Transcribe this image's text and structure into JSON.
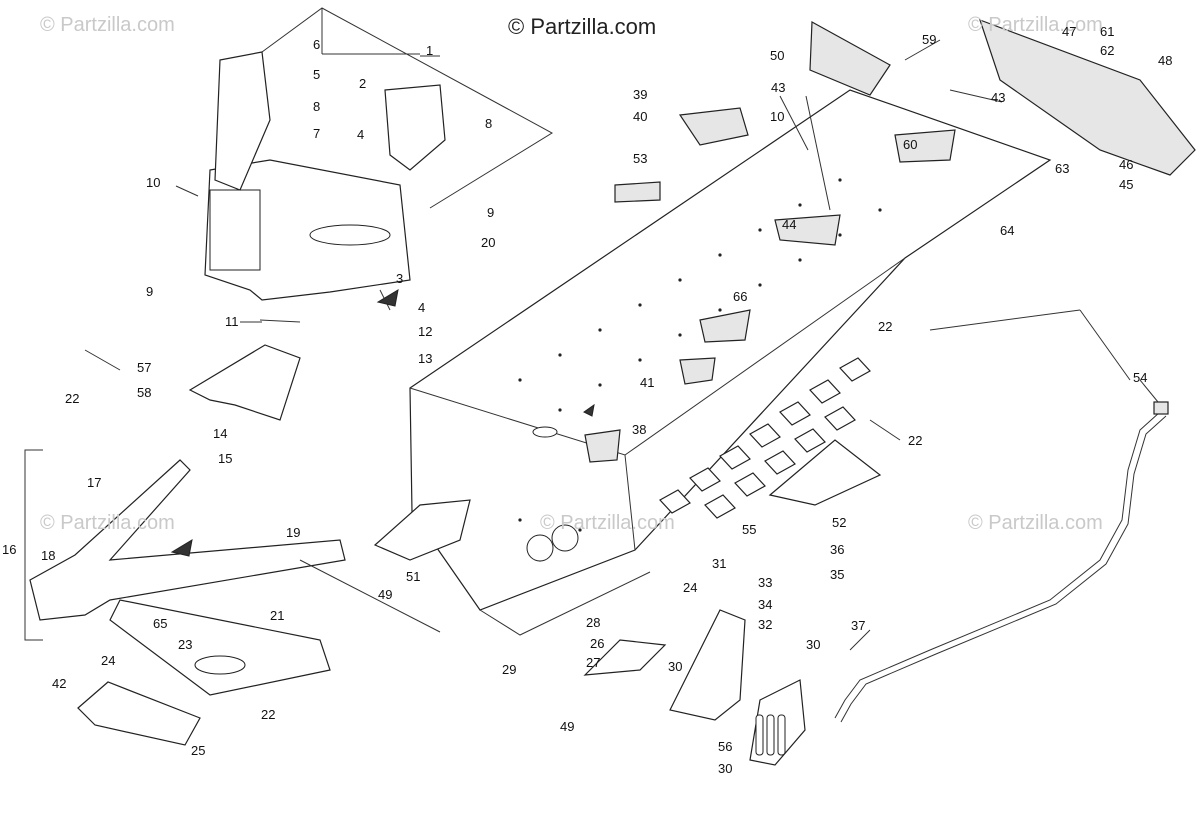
{
  "watermarks": {
    "main": "© Partzilla.com",
    "faint": "© Partzilla.com"
  },
  "colors": {
    "line": "#222222",
    "watermark": "#c9c9c9",
    "background": "#ffffff"
  },
  "callouts": {
    "c1": "1",
    "c2": "2",
    "c3": "3",
    "c4a": "4",
    "c4b": "4",
    "c5": "5",
    "c6": "6",
    "c7": "7",
    "c8": "8",
    "c8b": "8",
    "c9a": "9",
    "c9b": "9",
    "c10a": "10",
    "c10b": "10",
    "c11": "11",
    "c12": "12",
    "c13": "13",
    "c14": "14",
    "c15": "15",
    "c16": "16",
    "c17": "17",
    "c18": "18",
    "c19": "19",
    "c20": "20",
    "c21": "21",
    "c22a": "22",
    "c22b": "22",
    "c22c": "22",
    "c22d": "22",
    "c23": "23",
    "c24a": "24",
    "c24b": "24",
    "c25": "25",
    "c26": "26",
    "c27": "27",
    "c28": "28",
    "c29": "29",
    "c30a": "30",
    "c30b": "30",
    "c30c": "30",
    "c31": "31",
    "c32": "32",
    "c33": "33",
    "c34": "34",
    "c35": "35",
    "c36": "36",
    "c37": "37",
    "c38": "38",
    "c39": "39",
    "c40": "40",
    "c41": "41",
    "c42": "42",
    "c43a": "43",
    "c43b": "43",
    "c44": "44",
    "c45": "45",
    "c46": "46",
    "c47": "47",
    "c48": "48",
    "c49a": "49",
    "c49b": "49",
    "c50": "50",
    "c51": "51",
    "c52": "52",
    "c53": "53",
    "c54": "54",
    "c55": "55",
    "c56": "56",
    "c57": "57",
    "c58": "58",
    "c59": "59",
    "c60": "60",
    "c61": "61",
    "c62": "62",
    "c63": "63",
    "c64": "64",
    "c65": "65",
    "c66": "66"
  }
}
